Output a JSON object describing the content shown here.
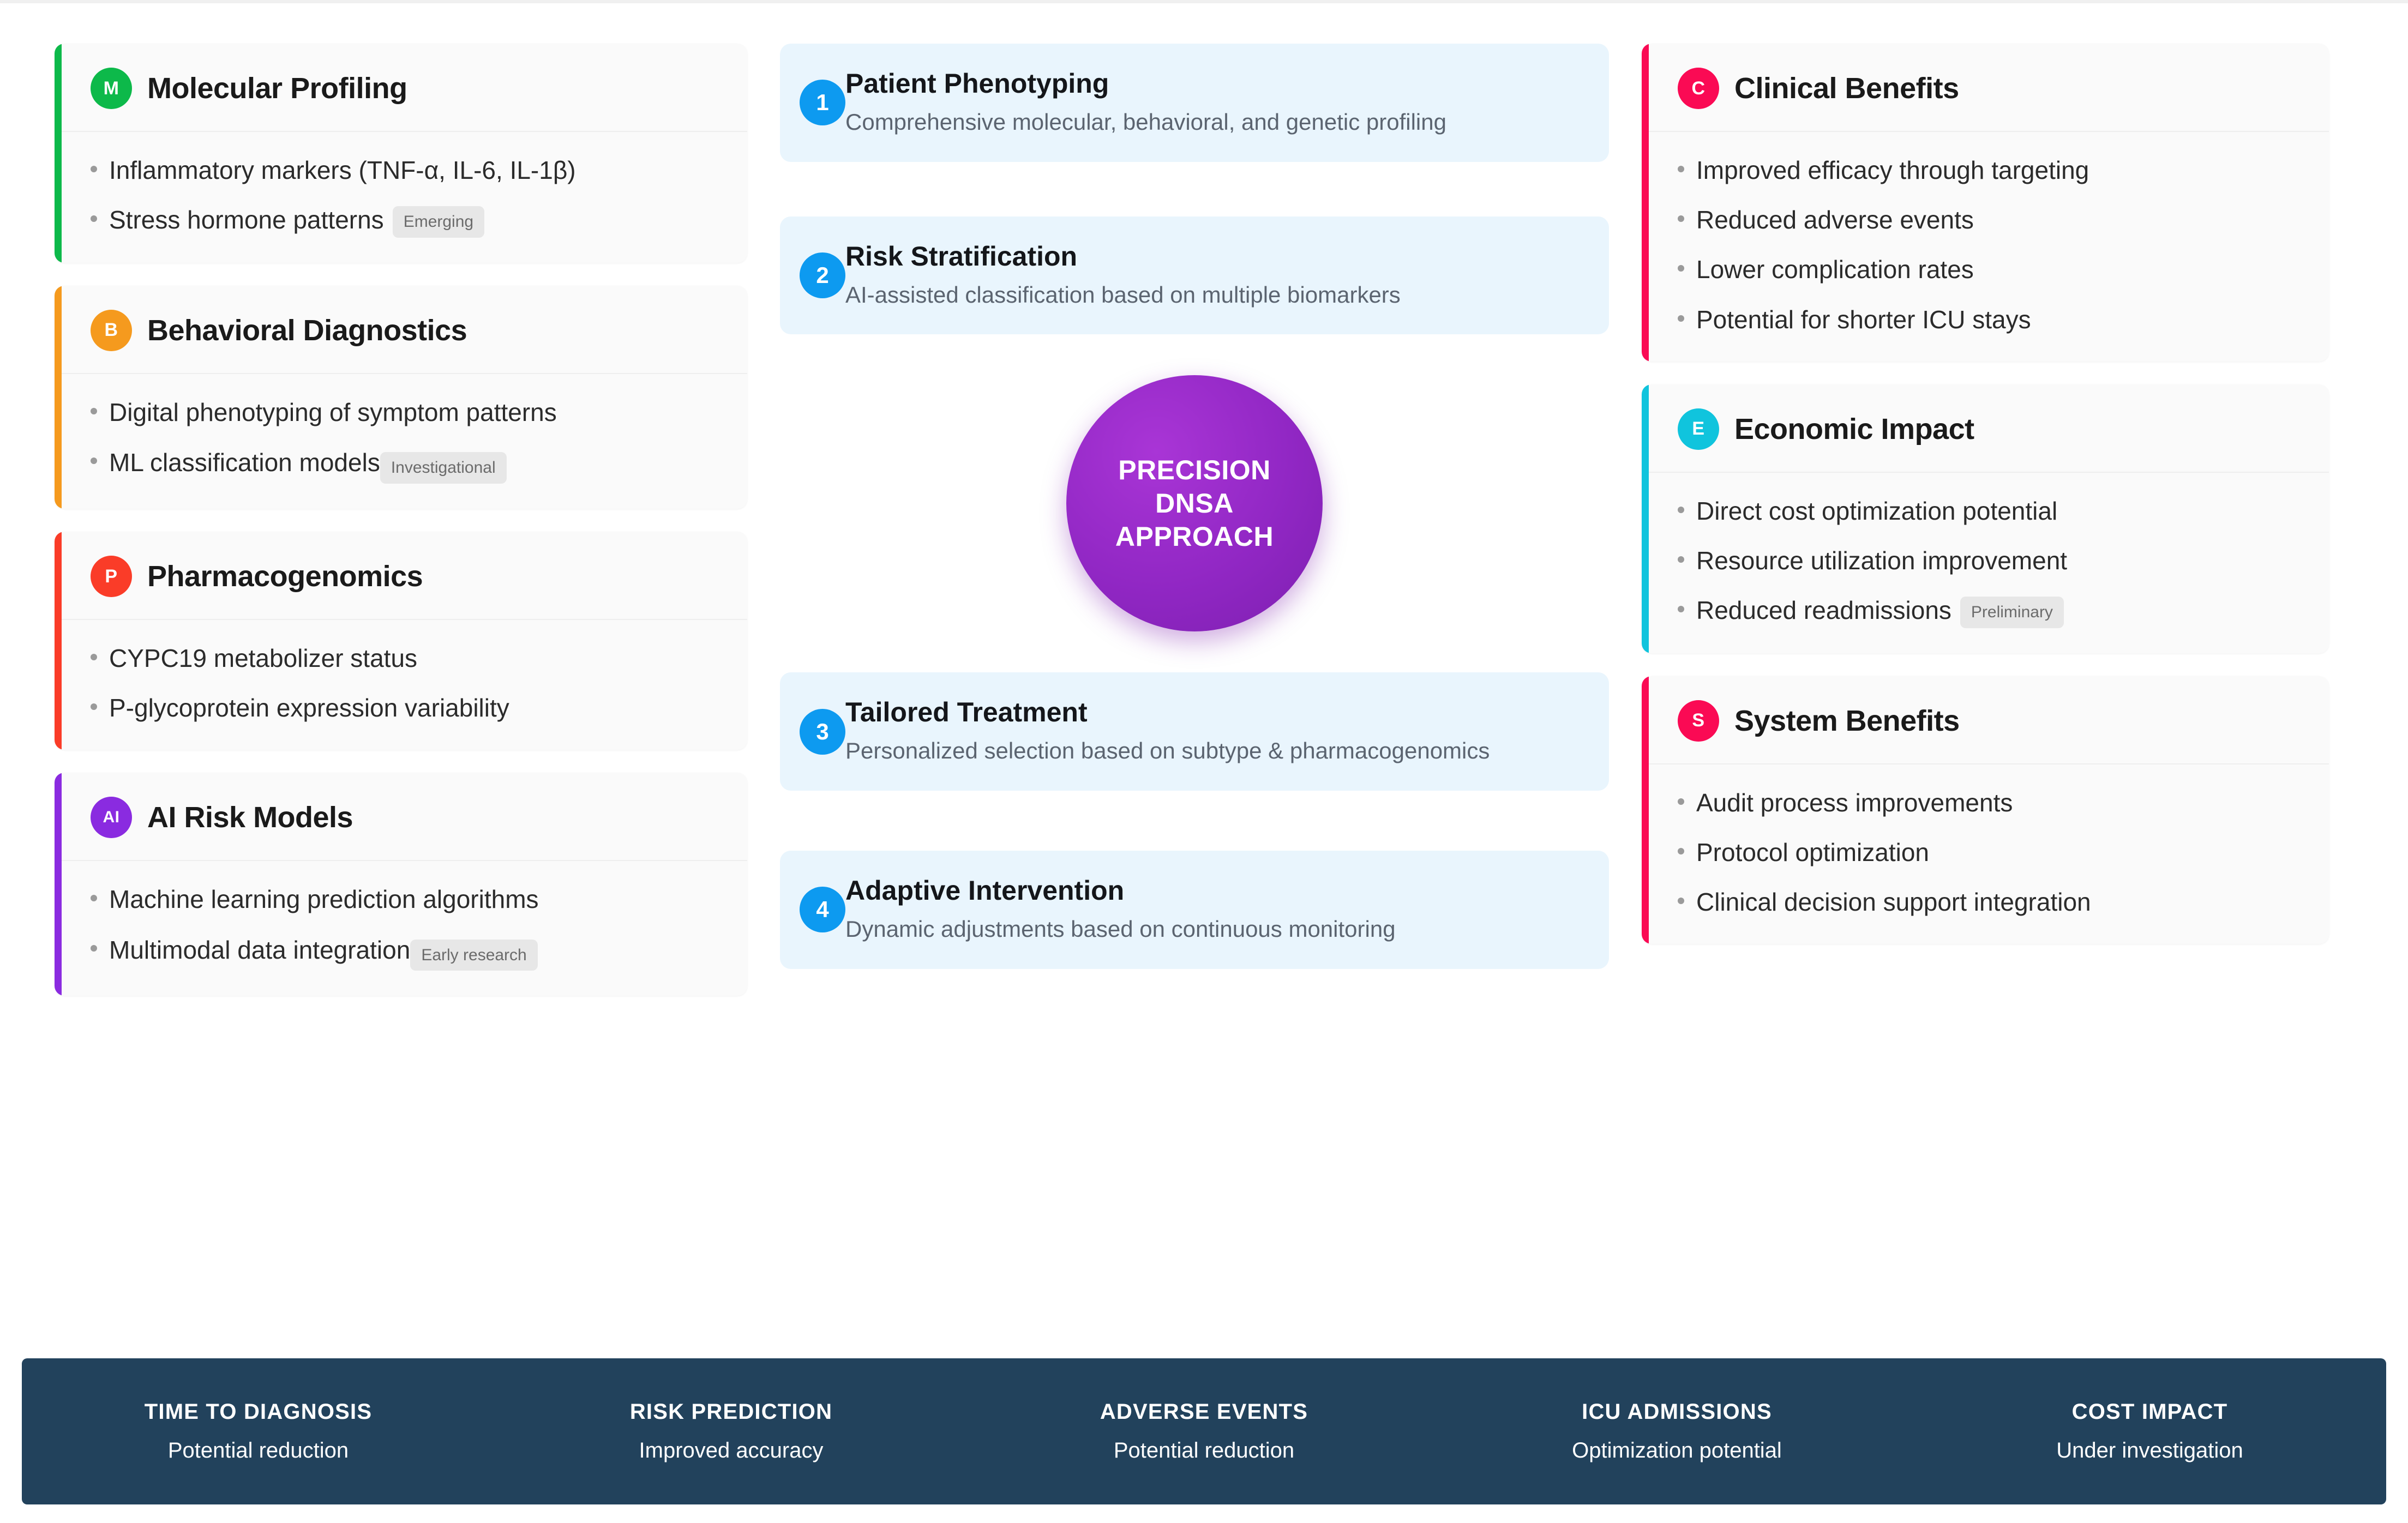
{
  "colors": {
    "green": "#0db94a",
    "orange": "#f59a1e",
    "red": "#fa3c28",
    "purple": "#8a2be0",
    "pink": "#fa0a54",
    "cyan": "#10c4dd",
    "step_blue": "#0d9af0",
    "hub_purple": "#9127c4",
    "footer_navy": "#22425c"
  },
  "left_cards": [
    {
      "letter": "M",
      "title": "Molecular Profiling",
      "accent": "#0db94a",
      "bullets": [
        {
          "text": "Inflammatory markers (TNF-α, IL-6, IL-1β)",
          "tag": ""
        },
        {
          "text": "Stress hormone patterns",
          "tag": "Emerging",
          "tag_inline": true
        }
      ]
    },
    {
      "letter": "B",
      "title": "Behavioral Diagnostics",
      "accent": "#f59a1e",
      "bullets": [
        {
          "text": "Digital phenotyping of symptom patterns",
          "tag": ""
        },
        {
          "text": "ML classification models",
          "tag": "Investigational",
          "tag_inline": false
        }
      ]
    },
    {
      "letter": "P",
      "title": "Pharmacogenomics",
      "accent": "#fa3c28",
      "bullets": [
        {
          "text": "CYPC19 metabolizer status",
          "tag": ""
        },
        {
          "text": "P-glycoprotein expression variability",
          "tag": ""
        }
      ]
    },
    {
      "letter": "AI",
      "title": "AI Risk Models",
      "accent": "#8a2be0",
      "bullets": [
        {
          "text": "Machine learning prediction algorithms",
          "tag": ""
        },
        {
          "text": "Multimodal data integration",
          "tag": "Early research",
          "tag_inline": false
        }
      ]
    }
  ],
  "steps": [
    {
      "number": "1",
      "title": "Patient Phenotyping",
      "desc": "Comprehensive molecular, behavioral, and genetic profiling"
    },
    {
      "number": "2",
      "title": "Risk Stratification",
      "desc": "AI-assisted classification based on multiple biomarkers"
    },
    {
      "number": "3",
      "title": "Tailored Treatment",
      "desc": "Personalized selection based on subtype & pharmacogenomics"
    },
    {
      "number": "4",
      "title": "Adaptive Intervention",
      "desc": "Dynamic adjustments based on continuous monitoring"
    }
  ],
  "hub": {
    "line1": "PRECISION",
    "line2": "DNSA",
    "line3": "APPROACH"
  },
  "right_cards": [
    {
      "letter": "C",
      "title": "Clinical Benefits",
      "accent": "#fa0a54",
      "bullets": [
        {
          "text": "Improved efficacy through targeting",
          "tag": ""
        },
        {
          "text": "Reduced adverse events",
          "tag": ""
        },
        {
          "text": "Lower complication rates",
          "tag": ""
        },
        {
          "text": "Potential for shorter ICU stays",
          "tag": ""
        }
      ]
    },
    {
      "letter": "E",
      "title": "Economic Impact",
      "accent": "#10c4dd",
      "bullets": [
        {
          "text": "Direct cost optimization potential",
          "tag": ""
        },
        {
          "text": "Resource utilization improvement",
          "tag": ""
        },
        {
          "text": "Reduced readmissions",
          "tag": "Preliminary",
          "tag_inline": true
        }
      ]
    },
    {
      "letter": "S",
      "title": "System Benefits",
      "accent": "#fa0a54",
      "bullets": [
        {
          "text": "Audit process improvements",
          "tag": ""
        },
        {
          "text": "Protocol optimization",
          "tag": ""
        },
        {
          "text": "Clinical decision support integration",
          "tag": ""
        }
      ]
    }
  ],
  "footer_metrics": [
    {
      "label": "TIME TO DIAGNOSIS",
      "value": "Potential reduction"
    },
    {
      "label": "RISK PREDICTION",
      "value": "Improved accuracy"
    },
    {
      "label": "ADVERSE EVENTS",
      "value": "Potential reduction"
    },
    {
      "label": "ICU ADMISSIONS",
      "value": "Optimization potential"
    },
    {
      "label": "COST IMPACT",
      "value": "Under investigation"
    }
  ]
}
